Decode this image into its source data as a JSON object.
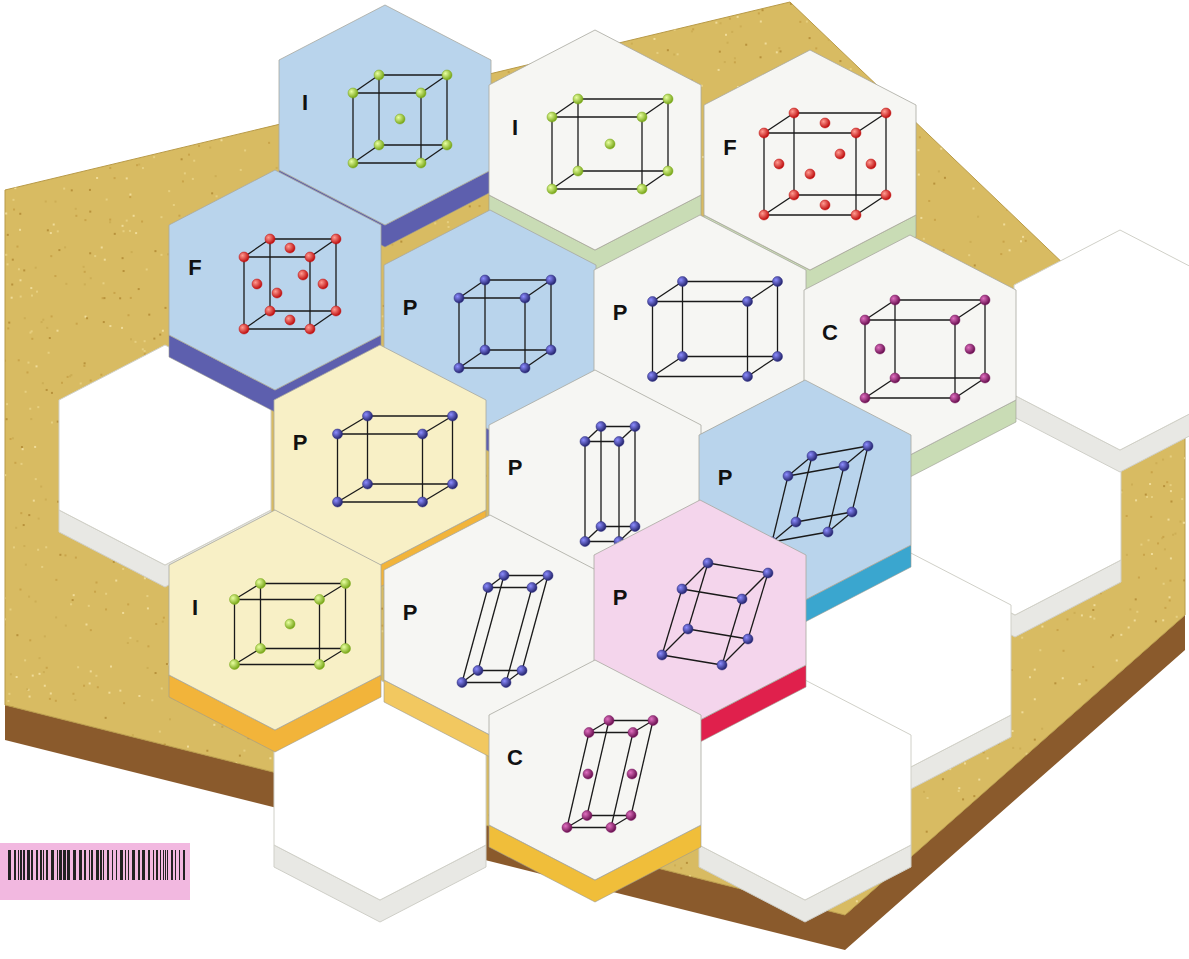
{
  "diagram": {
    "nodes": [
      {
        "text": [
          "I"
        ]
      },
      {
        "text": [
          "I"
        ]
      },
      {
        "text": [
          "F"
        ]
      },
      {
        "text": [
          "F"
        ]
      },
      {
        "text": [
          "P"
        ]
      },
      {
        "text": [
          "P"
        ]
      },
      {
        "text": [
          "C"
        ]
      },
      {
        "text": [
          "P"
        ]
      },
      {
        "text": [
          "P"
        ]
      },
      {
        "text": [
          "P"
        ]
      },
      {
        "text": [
          "I"
        ]
      },
      {
        "text": [
          "P"
        ]
      },
      {
        "text": [
          "P"
        ]
      },
      {
        "text": [
          "C"
        ]
      }
    ]
  }
}
